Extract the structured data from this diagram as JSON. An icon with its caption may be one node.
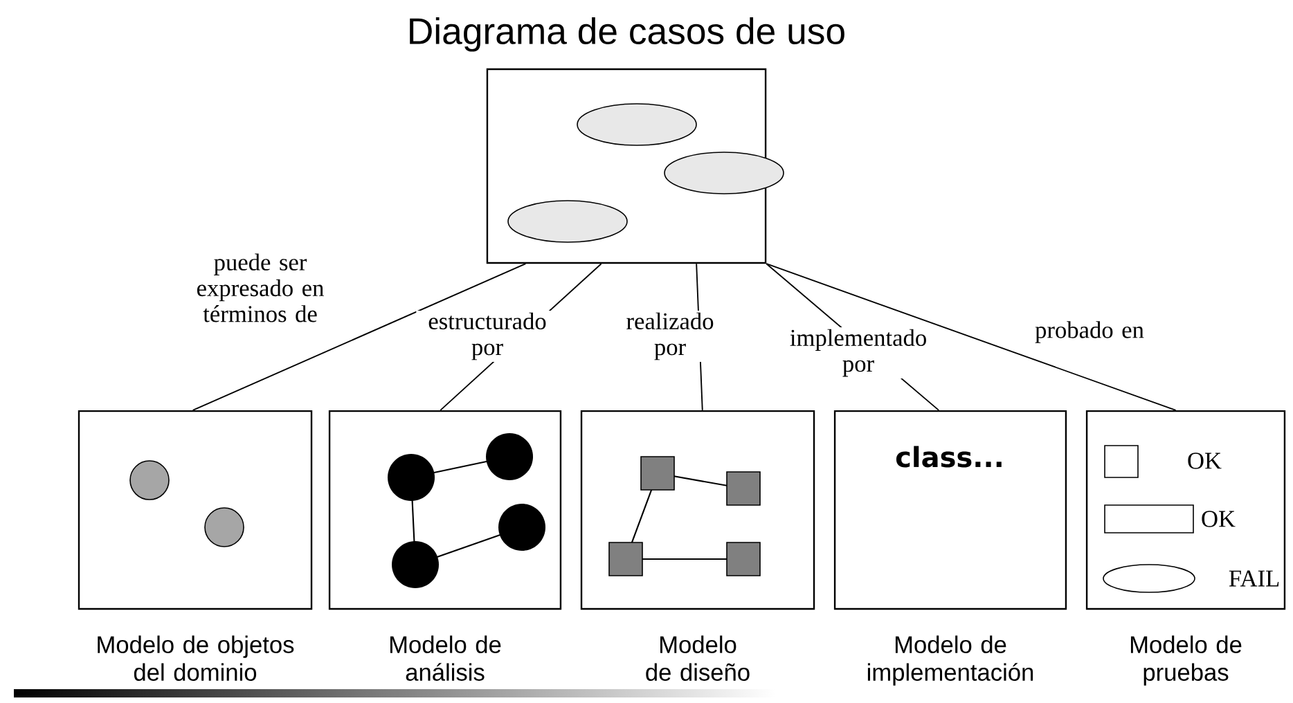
{
  "diagram": {
    "nodes": [
      {
        "text": [
          "Diagrama de casos de uso"
        ]
      },
      {
        "text": [
          "Modelo de objetos del dominio"
        ]
      },
      {
        "text": [
          "Modelo de análisis"
        ]
      },
      {
        "text": [
          "Modelo de diseño"
        ]
      },
      {
        "text": [
          "class...",
          "Modelo de implementación"
        ]
      },
      {
        "text": [
          "OK",
          "OK",
          "FAIL",
          "Modelo de pruebas"
        ]
      }
    ],
    "edges": [
      {
        "from": 0,
        "to": 1,
        "arrow": "none",
        "label": "puede ser expresado en términos de"
      },
      {
        "from": 0,
        "to": 2,
        "arrow": "none",
        "label": "estructurado por"
      },
      {
        "from": 0,
        "to": 3,
        "arrow": "none",
        "label": "realizado por"
      },
      {
        "from": 0,
        "to": 4,
        "arrow": "none",
        "label": "implementado por"
      },
      {
        "from": 0,
        "to": 5,
        "arrow": "none",
        "label": "probado en"
      }
    ]
  }
}
